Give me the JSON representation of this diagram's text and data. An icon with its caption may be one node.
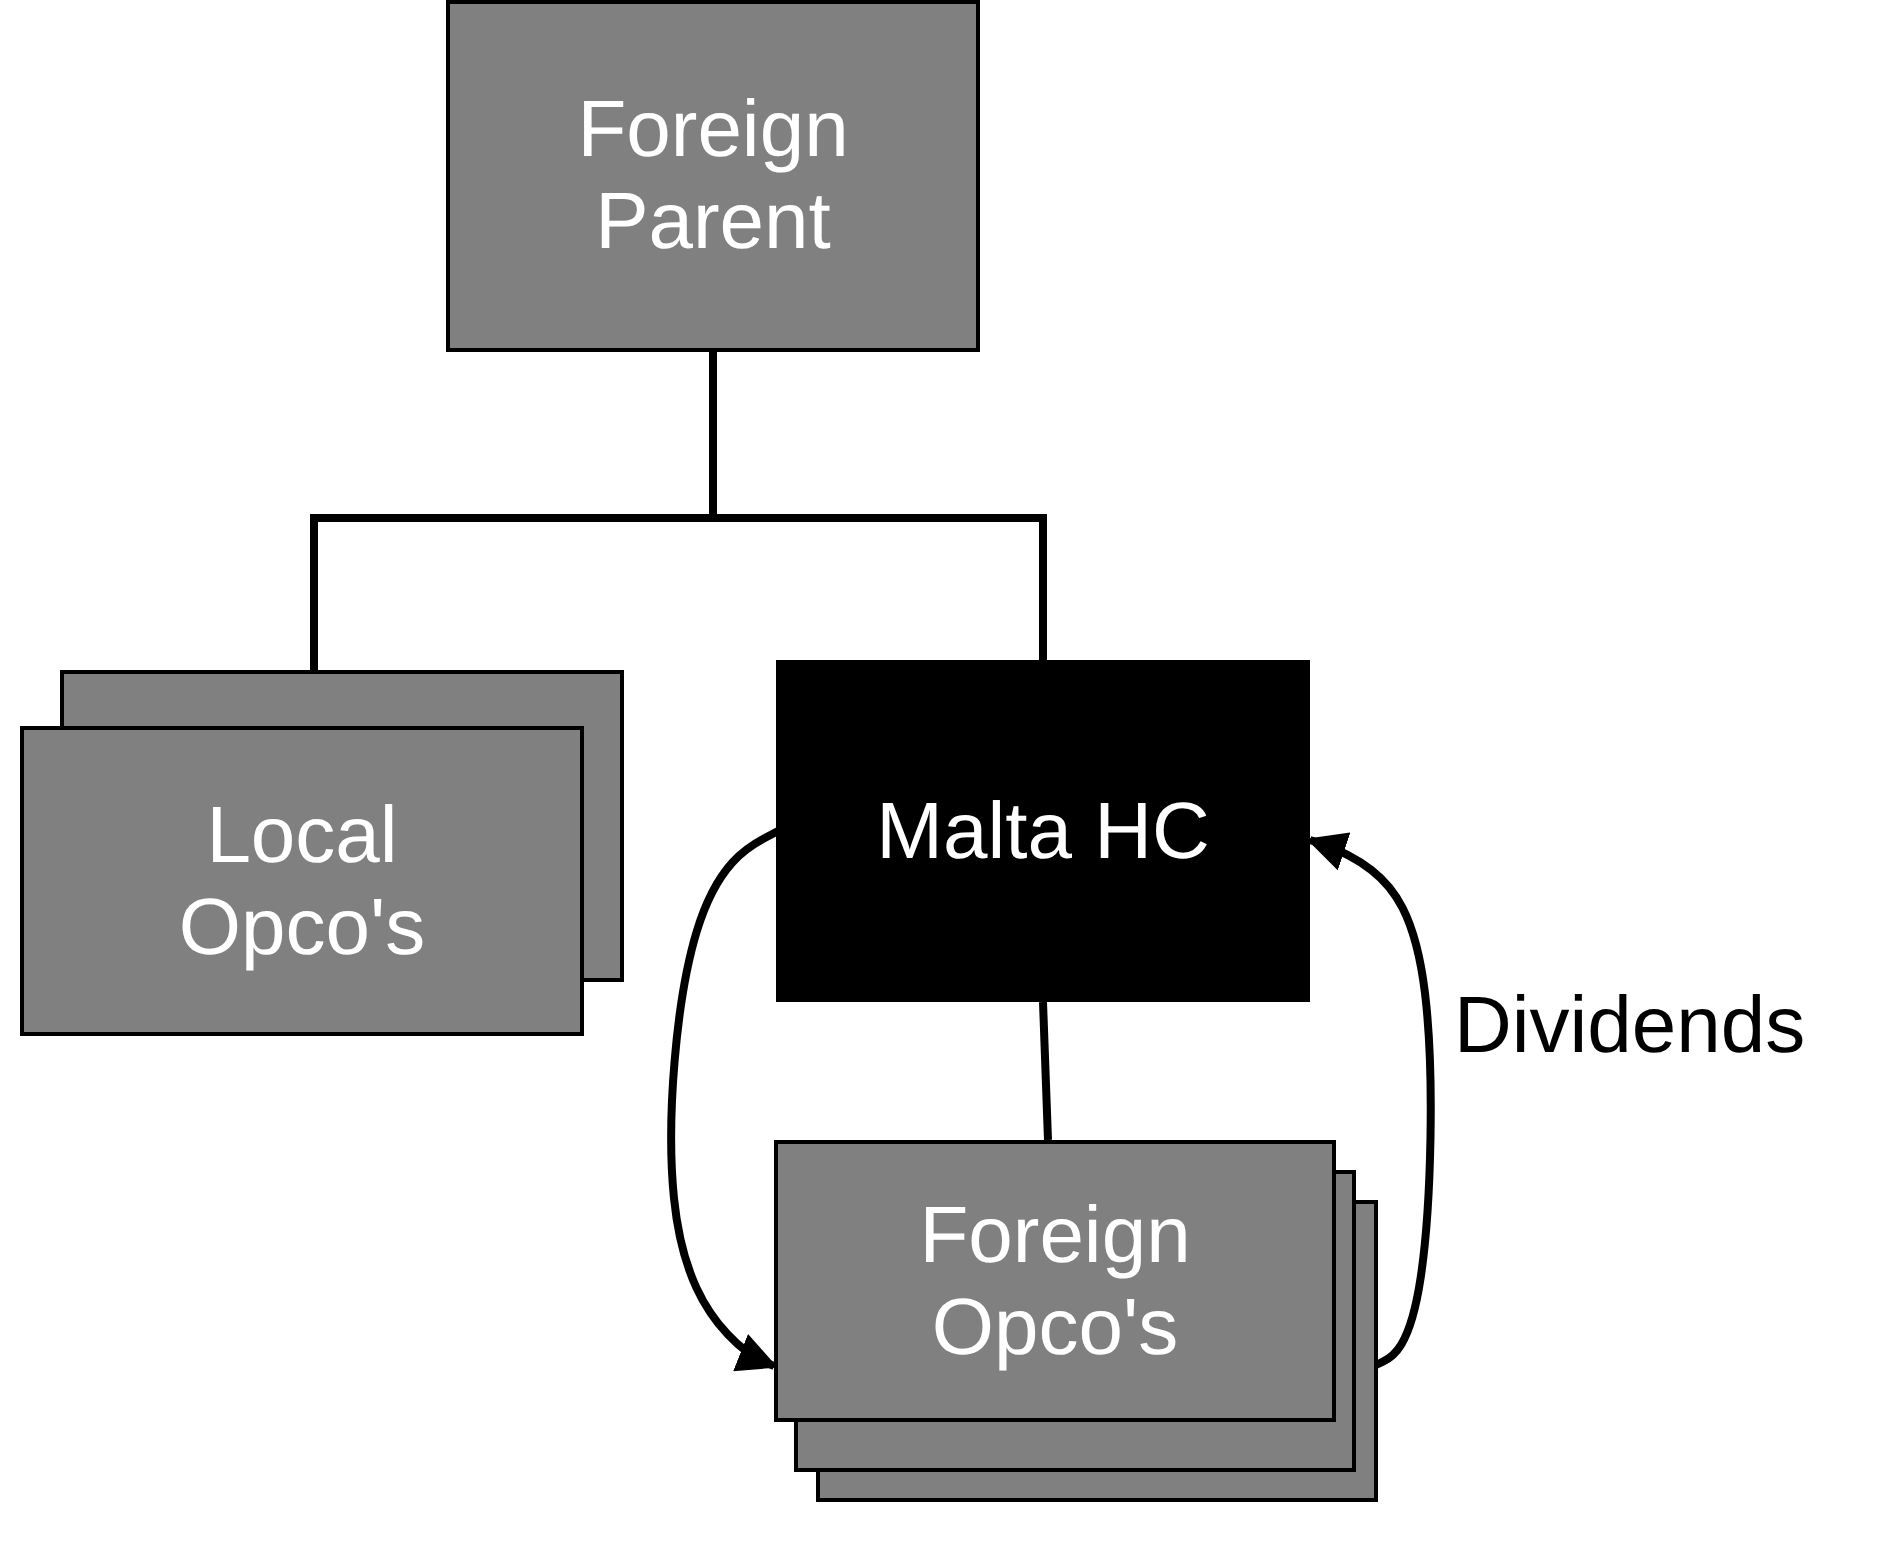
{
  "diagram": {
    "nodes": [
      {
        "text": [
          "Foreign Parent"
        ]
      },
      {
        "text": [
          "Local Opco's"
        ]
      },
      {
        "text": [
          "Malta HC"
        ]
      },
      {
        "text": [
          "Foreign Opco's"
        ]
      }
    ],
    "edges": [
      {
        "from": 0,
        "to": 1,
        "arrow": "none"
      },
      {
        "from": 0,
        "to": 2,
        "arrow": "none"
      },
      {
        "from": 2,
        "to": 3,
        "arrow": "none"
      },
      {
        "from": 2,
        "to": 3,
        "arrow": "to"
      },
      {
        "from": 3,
        "to": 2,
        "arrow": "to",
        "label": "Dividends"
      }
    ]
  }
}
